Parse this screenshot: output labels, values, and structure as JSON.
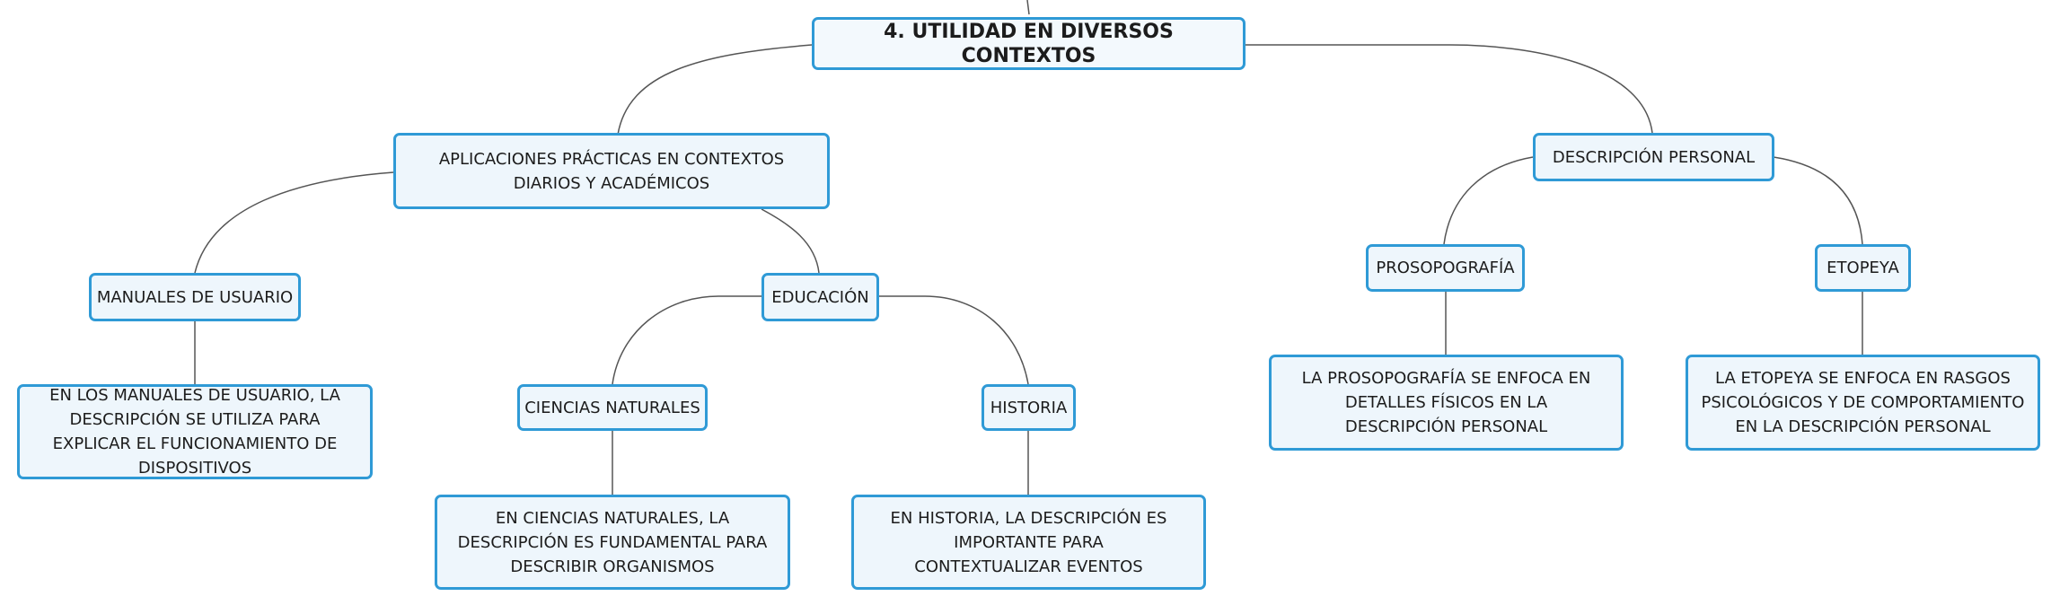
{
  "colors": {
    "node_border": "#2f9ad6",
    "node_fill": "#eef6fc",
    "connector": "#555555",
    "text": "#1c1c1c"
  },
  "mindmap": {
    "root": "4. UTILIDAD EN DIVERSOS CONTEXTOS",
    "aplicaciones": "APLICACIONES PRÁCTICAS EN CONTEXTOS DIARIOS Y ACADÉMICOS",
    "manuales": "MANUALES DE USUARIO",
    "manuales_detalle": "EN LOS MANUALES DE USUARIO, LA DESCRIPCIÓN SE UTILIZA PARA EXPLICAR EL FUNCIONAMIENTO DE DISPOSITIVOS",
    "educacion": "EDUCACIÓN",
    "ciencias": "CIENCIAS NATURALES",
    "ciencias_detalle": "EN CIENCIAS NATURALES, LA DESCRIPCIÓN ES FUNDAMENTAL PARA DESCRIBIR ORGANISMOS",
    "historia": "HISTORIA",
    "historia_detalle": "EN HISTORIA, LA DESCRIPCIÓN ES IMPORTANTE PARA CONTEXTUALIZAR EVENTOS",
    "descripcion_personal": "DESCRIPCIÓN PERSONAL",
    "prosopografia": "PROSOPOGRAFÍA",
    "prosopografia_detalle": "LA PROSOPOGRAFÍA SE ENFOCA EN DETALLES FÍSICOS EN LA DESCRIPCIÓN PERSONAL",
    "etopeya": "ETOPEYA",
    "etopeya_detalle": "LA ETOPEYA SE ENFOCA EN RASGOS PSICOLÓGICOS Y DE COMPORTAMIENTO EN LA DESCRIPCIÓN PERSONAL"
  }
}
